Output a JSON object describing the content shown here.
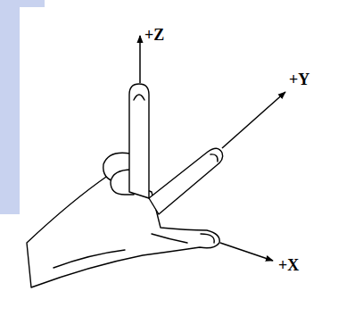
{
  "diagram": {
    "labels": [
      "+Z",
      "+Y",
      "+X"
    ]
  }
}
